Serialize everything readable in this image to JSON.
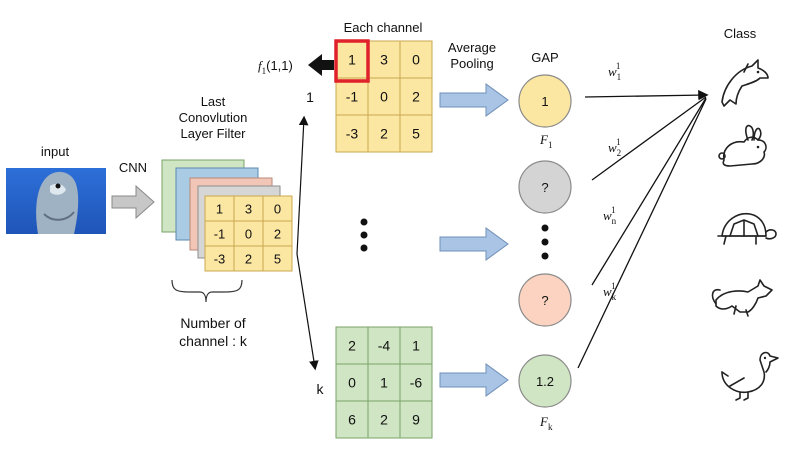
{
  "labels": {
    "input": "input",
    "cnn": "CNN",
    "last_filter_line1": "Last",
    "last_filter_line2": "Conovlution",
    "last_filter_line3": "Layer Filter",
    "num_channel_line1": "Number of",
    "num_channel_line2": "channel : k",
    "each_channel": "Each channel",
    "avg_pool_line1": "Average",
    "avg_pool_line2": "Pooling",
    "gap": "GAP",
    "class": "Class",
    "index_first": "1",
    "index_last": "k",
    "f_label": "f",
    "f_sub": "1",
    "f_args": "(1,1)"
  },
  "matrices": {
    "first_channel": [
      "1",
      "3",
      "0",
      "-1",
      "0",
      "2",
      "-3",
      "2",
      "5"
    ],
    "last_channel": [
      "2",
      "-4",
      "1",
      "0",
      "1",
      "-6",
      "6",
      "2",
      "9"
    ],
    "stack_front": [
      "1",
      "3",
      "0",
      "-1",
      "0",
      "2",
      "-3",
      "2",
      "5"
    ]
  },
  "gap_nodes": [
    {
      "value": "1",
      "color": "#fbe6a2",
      "sub_label": "F",
      "sub_index": "1"
    },
    {
      "value": "?",
      "color": "#d4d4d4",
      "sub_label": "",
      "sub_index": ""
    },
    {
      "value": "?",
      "color": "#fbd3c0",
      "sub_label": "",
      "sub_index": ""
    },
    {
      "value": "1.2",
      "color": "#cfe5c3",
      "sub_label": "F",
      "sub_index": "k"
    }
  ],
  "weights": [
    {
      "base": "w",
      "sub": "1",
      "sup": "1"
    },
    {
      "base": "w",
      "sub": "2",
      "sup": "1"
    },
    {
      "base": "w",
      "sub": "n",
      "sup": "1"
    },
    {
      "base": "w",
      "sub": "k",
      "sup": "1"
    }
  ],
  "class_icons": [
    "dolphin-icon",
    "rabbit-icon",
    "turtle-icon",
    "fox-icon",
    "duck-icon"
  ],
  "colors": {
    "yellow_cell": "#fbe6a2",
    "yellow_border": "#c8a850",
    "green_cell": "#cfe5c3",
    "green_border": "#7aa36a",
    "arrow_blue": "#a9c4e4",
    "arrow_blue_border": "#6f8fb8",
    "highlight": "#e0202a",
    "stack_blue": "#a9cbe4",
    "stack_pink": "#f2c6b6",
    "stack_gray": "#d6d6d6"
  }
}
